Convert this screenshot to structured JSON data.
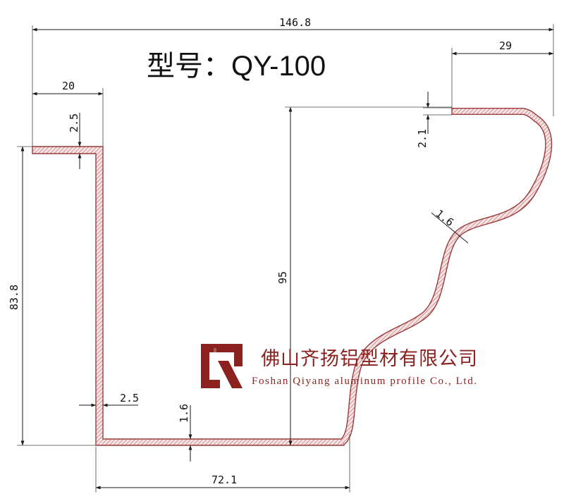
{
  "drawing": {
    "model_label": "型号：QY-100",
    "dimensions": {
      "overall_width": "146.8",
      "left_flange": "20",
      "right_flange": "29",
      "left_flange_thickness": "2.5",
      "right_flange_thickness": "2.1",
      "left_height": "83.8",
      "right_height": "95",
      "curve_thickness": "1.6",
      "wall_thickness": "2.5",
      "bottom_thickness": "1.6",
      "bottom_width": "72.1"
    }
  },
  "company": {
    "name_cn": "佛山齐扬铝型材有限公司",
    "name_en": "Foshan Qiyang aluminum profile Co., Ltd.",
    "brand_color": "#8b2220",
    "logo_icon": "qiyang-logo-icon"
  },
  "colors": {
    "profile_stroke": "#9a3a3a",
    "hatch": "#c46060",
    "dimension_lines": "#1a1a1a"
  }
}
